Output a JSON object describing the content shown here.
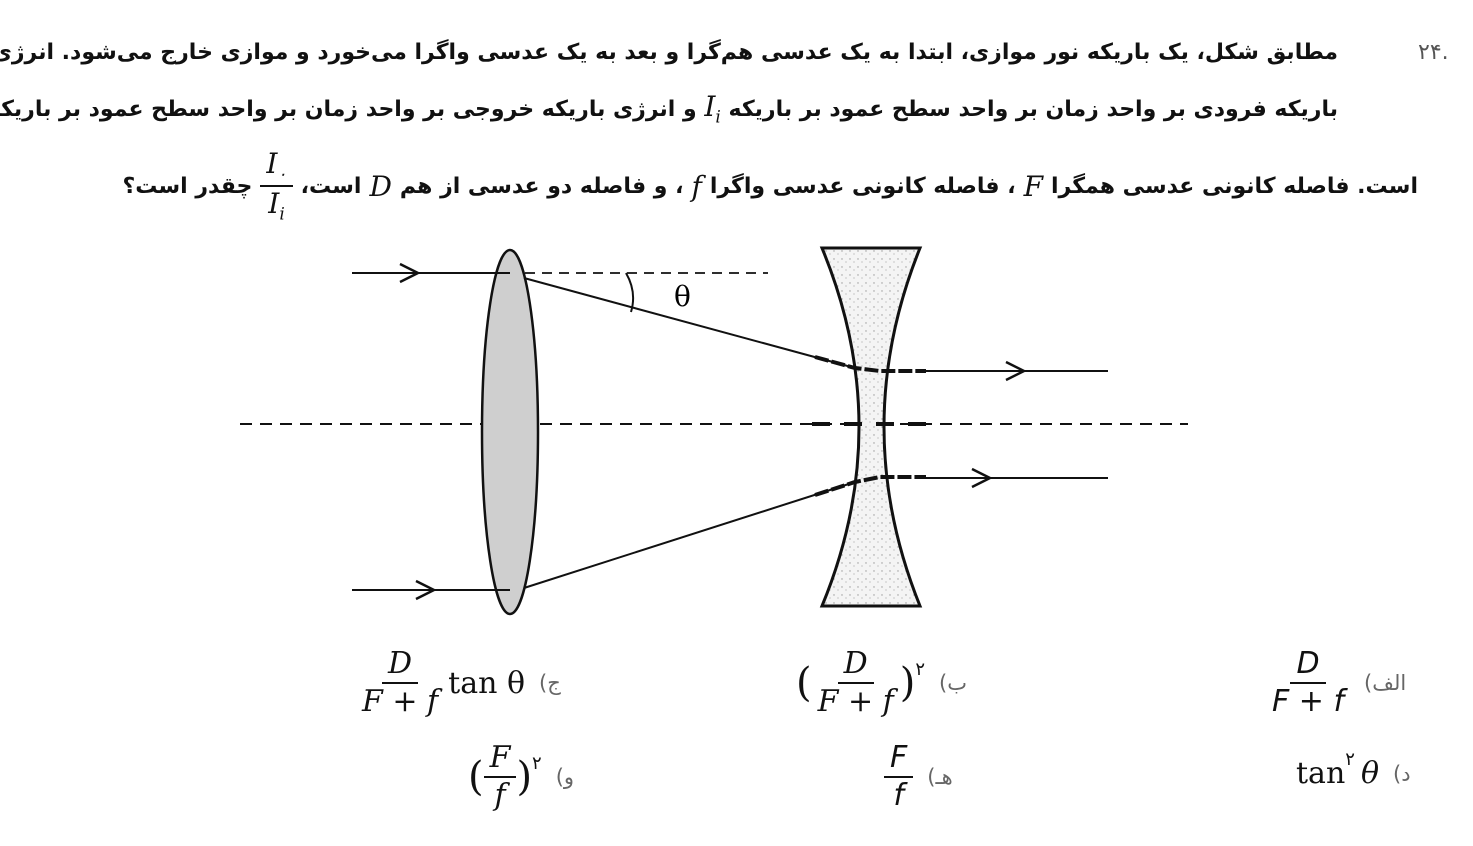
{
  "question": {
    "number": "۲۴.",
    "line1": "مطابق شکل، یک باریکه نور موازی، ابتدا به یک عدسی هم‌گرا و بعد به یک عدسی واگرا می‌خورد و موازی خارج می‌شود. انرژی",
    "line2_a": "باریکه فرودی بر واحد زمان بر واحد سطح عمود بر باریکه",
    "line2_b": "و انرژی باریکه خروجی بر واحد زمان بر واحد سطح عمود بر باریکه",
    "line3_a": "است. فاصله کانونی عدسی همگرا",
    "line3_b": "، فاصله کانونی عدسی واگرا",
    "line3_c": "، و فاصله دو عدسی از هم",
    "line3_d": "است،",
    "line3_e": "چقدر است؟",
    "sym_Ii": "I",
    "sym_Ii_sub": "i",
    "sym_Io": "I",
    "sym_Io_sub": "۰",
    "sym_F": "F",
    "sym_f": "f",
    "sym_D": "D",
    "ratio_num": "I",
    "ratio_num_sub": "۰",
    "ratio_den": "I",
    "ratio_den_sub": "i"
  },
  "figure": {
    "angle_label": "θ"
  },
  "options": [
    {
      "label": "الف)",
      "num": "D",
      "den": "F + f"
    },
    {
      "label": "ب)",
      "num": "D",
      "den": "F + f",
      "power": "۲"
    },
    {
      "label": "ج)",
      "num": "D",
      "den": "F + f",
      "suffix": "tan θ"
    },
    {
      "label": "د)",
      "text": "tan",
      "power": "۲",
      "after": "θ"
    },
    {
      "label": "هـ)",
      "num": "F",
      "den": "f"
    },
    {
      "label": "و)",
      "num": "F",
      "den": "f",
      "power": "۲"
    }
  ]
}
